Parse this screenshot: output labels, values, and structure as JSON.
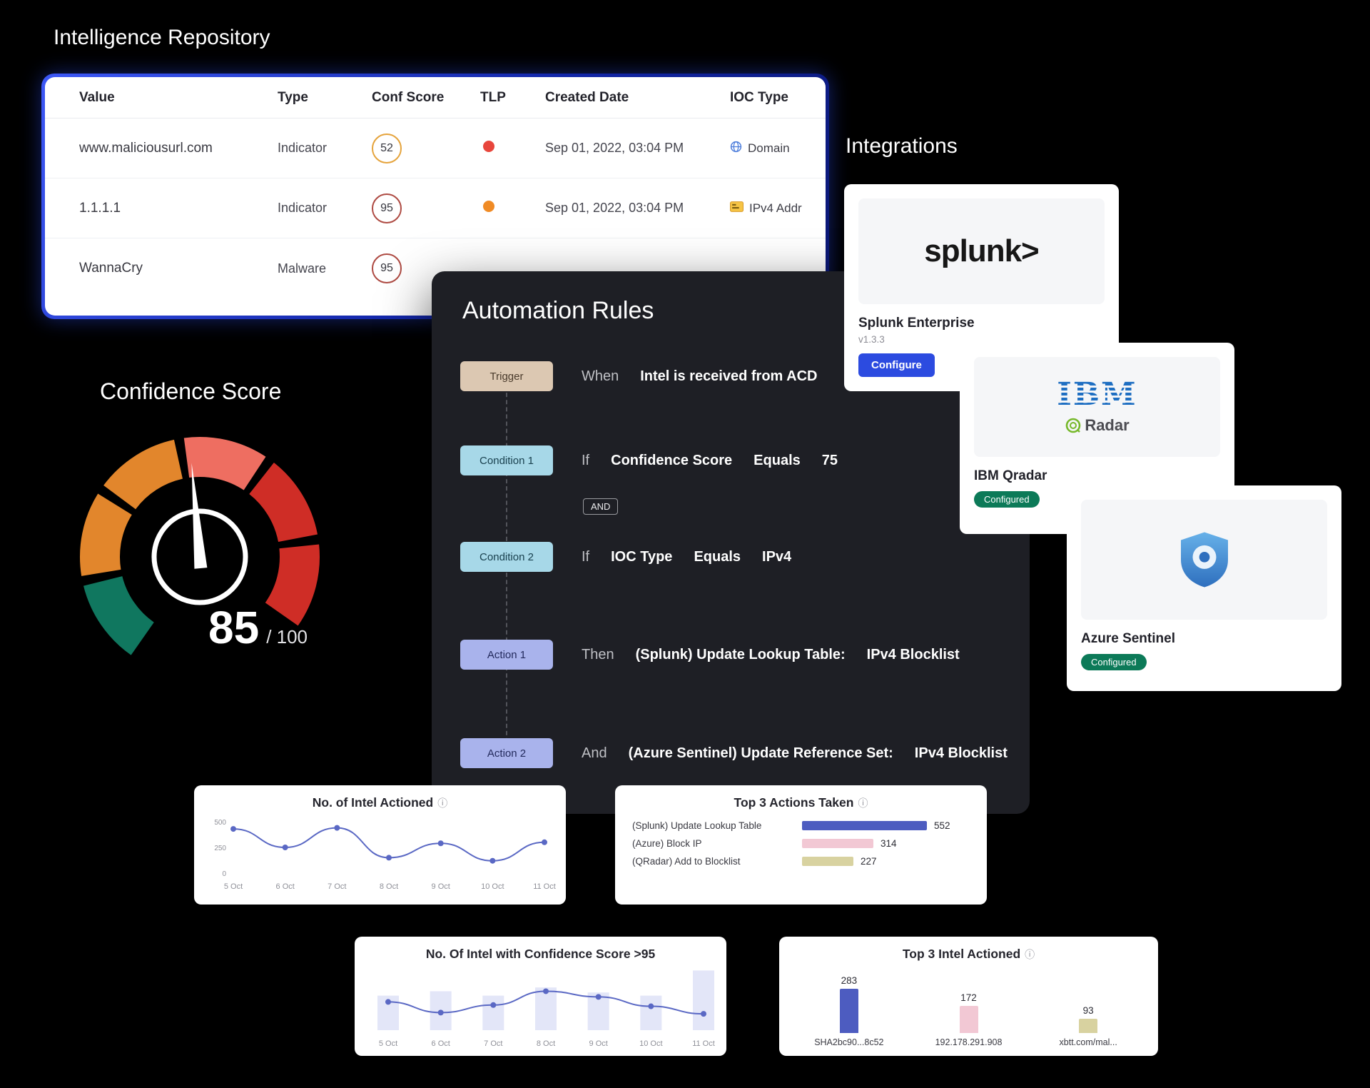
{
  "icons": {
    "info": "ⓘ"
  },
  "intel_repo": {
    "title": "Intelligence Repository",
    "columns": {
      "value": "Value",
      "type": "Type",
      "conf": "Conf Score",
      "tlp": "TLP",
      "created": "Created Date",
      "ioc": "IOC Type"
    },
    "rows": [
      {
        "value": "www.maliciousurl.com",
        "type": "Indicator",
        "conf": "52",
        "created": "Sep 01, 2022, 03:04 PM",
        "ioc": "Domain"
      },
      {
        "value": "1.1.1.1",
        "type": "Indicator",
        "conf": "95",
        "created": "Sep 01, 2022, 03:04 PM",
        "ioc": "IPv4 Addr"
      },
      {
        "value": "WannaCry",
        "type": "Malware",
        "conf": "95"
      }
    ],
    "conf_colors": [
      "#E5A33B",
      "#AE4A42",
      "#AE4A42"
    ],
    "tlp_colors": [
      "#E8463C",
      "#F08B25"
    ]
  },
  "confidence": {
    "title": "Confidence Score",
    "score": "85",
    "of": "/ 100",
    "segments": [
      "#10775F",
      "#E2862C",
      "#E2862C",
      "#EE6E61",
      "#CF2D26",
      "#CF2D26"
    ],
    "needle_angle": 95
  },
  "automation": {
    "title": "Automation Rules",
    "and_label": "AND",
    "steps": [
      {
        "chip": "Trigger",
        "word": "When",
        "t1": "Intel is received from ACD",
        "t2": "",
        "t3": ""
      },
      {
        "chip": "Condition 1",
        "word": "If",
        "t1": "Confidence Score",
        "t2": "Equals",
        "t3": "75"
      },
      {
        "chip": "Condition 2",
        "word": "If",
        "t1": "IOC Type",
        "t2": "Equals",
        "t3": "IPv4"
      },
      {
        "chip": "Action 1",
        "word": "Then",
        "t1": "(Splunk) Update Lookup Table:",
        "t2": "IPv4 Blocklist",
        "t3": ""
      },
      {
        "chip": "Action 2",
        "word": "And",
        "t1": "(Azure Sentinel) Update Reference Set:",
        "t2": "IPv4 Blocklist",
        "t3": ""
      }
    ]
  },
  "integrations": {
    "title": "Integrations",
    "splunk": {
      "logo": "splunk>",
      "name": "Splunk Enterprise",
      "version": "v1.3.3",
      "button": "Configure"
    },
    "qradar": {
      "logo_ibm": "IBM",
      "logo_radar": "Radar",
      "name": "IBM Qradar",
      "status": "Configured"
    },
    "sentinel": {
      "name": "Azure Sentinel",
      "status": "Configured"
    }
  },
  "chart_data": [
    {
      "type": "line",
      "title": "No. of Intel Actioned",
      "x": [
        "5 Oct",
        "6 Oct",
        "7 Oct",
        "8 Oct",
        "9 Oct",
        "10 Oct",
        "11 Oct"
      ],
      "values": [
        430,
        250,
        440,
        150,
        290,
        120,
        300
      ],
      "ylim": [
        0,
        500
      ],
      "yticks": [
        0,
        250,
        500
      ],
      "line_color": "#5a68c4"
    },
    {
      "type": "bar-horizontal",
      "title": "Top 3 Actions Taken",
      "categories": [
        "(Splunk) Update Lookup Table",
        "(Azure) Block IP",
        "(QRadar) Add to Blocklist"
      ],
      "values": [
        552,
        314,
        227
      ],
      "colors": [
        "#4d5cc0",
        "#f2c8d4",
        "#d8d2a0"
      ]
    },
    {
      "type": "bar-line",
      "title": "No. Of Intel with Confidence Score >95",
      "x": [
        "5 Oct",
        "6 Oct",
        "7 Oct",
        "8 Oct",
        "9 Oct",
        "10 Oct",
        "11 Oct"
      ],
      "bar_values": [
        55,
        62,
        55,
        68,
        60,
        55,
        95
      ],
      "line_values": [
        45,
        28,
        40,
        62,
        53,
        38,
        26
      ],
      "ylim": [
        0,
        100
      ],
      "bar_color": "#e3e6f8",
      "line_color": "#5a68c4"
    },
    {
      "type": "bar",
      "title": "Top 3 Intel Actioned",
      "categories": [
        "SHA2bc90...8c52",
        "192.178.291.908",
        "xbtt.com/mal..."
      ],
      "values": [
        283,
        172,
        93
      ],
      "colors": [
        "#4d5cc0",
        "#f2c8d4",
        "#d8d2a0"
      ]
    }
  ]
}
